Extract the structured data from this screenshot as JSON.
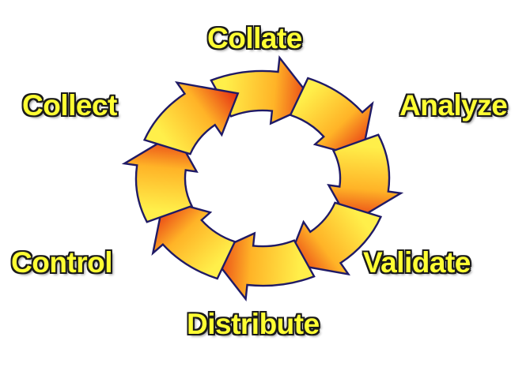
{
  "diagram": {
    "stages": [
      {
        "id": "collate",
        "label": "Collate"
      },
      {
        "id": "analyze",
        "label": "Analyze"
      },
      {
        "id": "validate",
        "label": "Validate"
      },
      {
        "id": "distribute",
        "label": "Distribute"
      },
      {
        "id": "control",
        "label": "Control"
      },
      {
        "id": "collect",
        "label": "Collect"
      }
    ],
    "colors": {
      "arrow_fill_light": "#ffef4a",
      "arrow_fill_dark": "#e42b12",
      "arrow_outline": "#1f1a66",
      "label_text": "#ffff33",
      "label_outline": "#1b1b1b"
    }
  }
}
